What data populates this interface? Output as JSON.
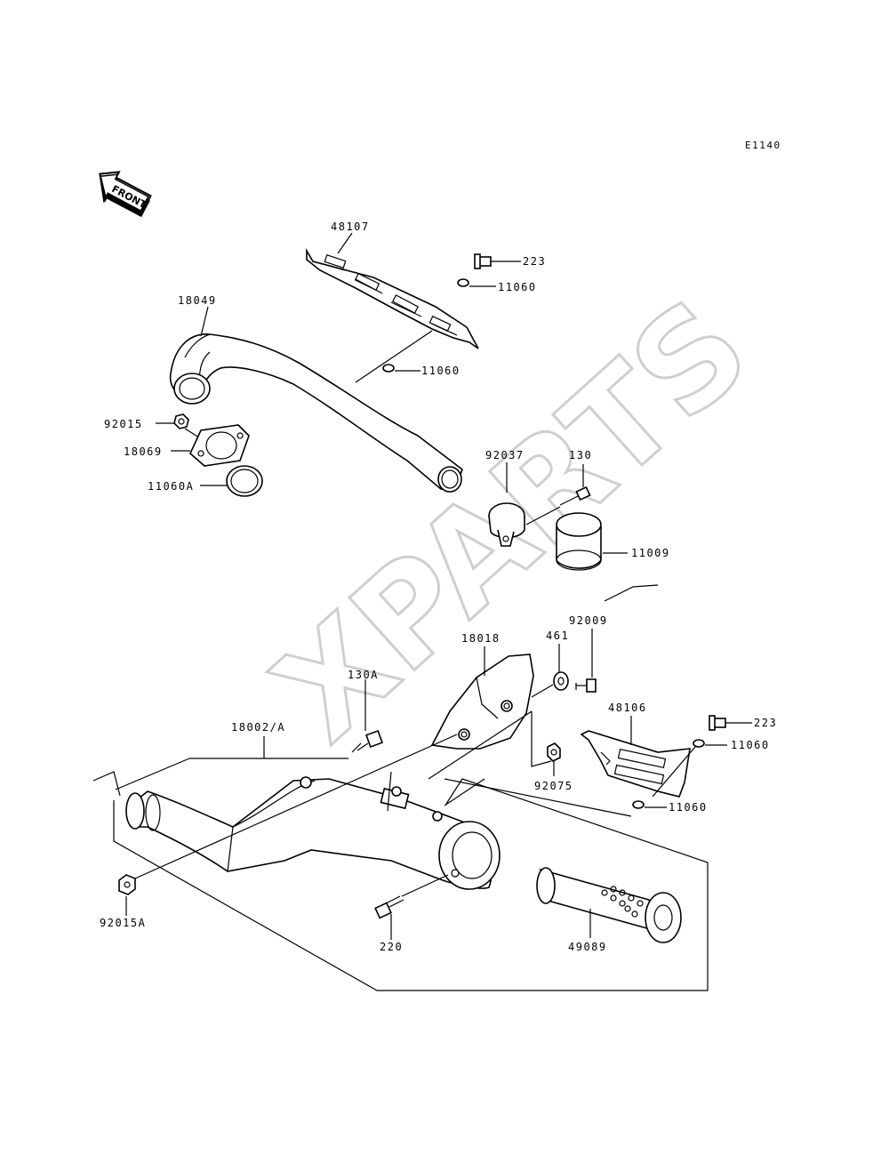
{
  "diagram_code": "E1140",
  "front_indicator": "FRONT",
  "watermark": "XPARTS",
  "labels": {
    "p48107": "48107",
    "p223_top": "223",
    "p11060_a": "11060",
    "p18049": "18049",
    "p11060_b": "11060",
    "p92015": "92015",
    "p18069": "18069",
    "p11060A": "11060A",
    "p92037": "92037",
    "p130": "130",
    "p11009": "11009",
    "p92009": "92009",
    "p18018": "18018",
    "p461": "461",
    "p48106": "48106",
    "p223_right": "223",
    "p130A": "130A",
    "p18002A": "18002/A",
    "p11060_c": "11060",
    "p92075": "92075",
    "p11060_d": "11060",
    "p92015A": "92015A",
    "p220": "220",
    "p49089": "49089"
  }
}
